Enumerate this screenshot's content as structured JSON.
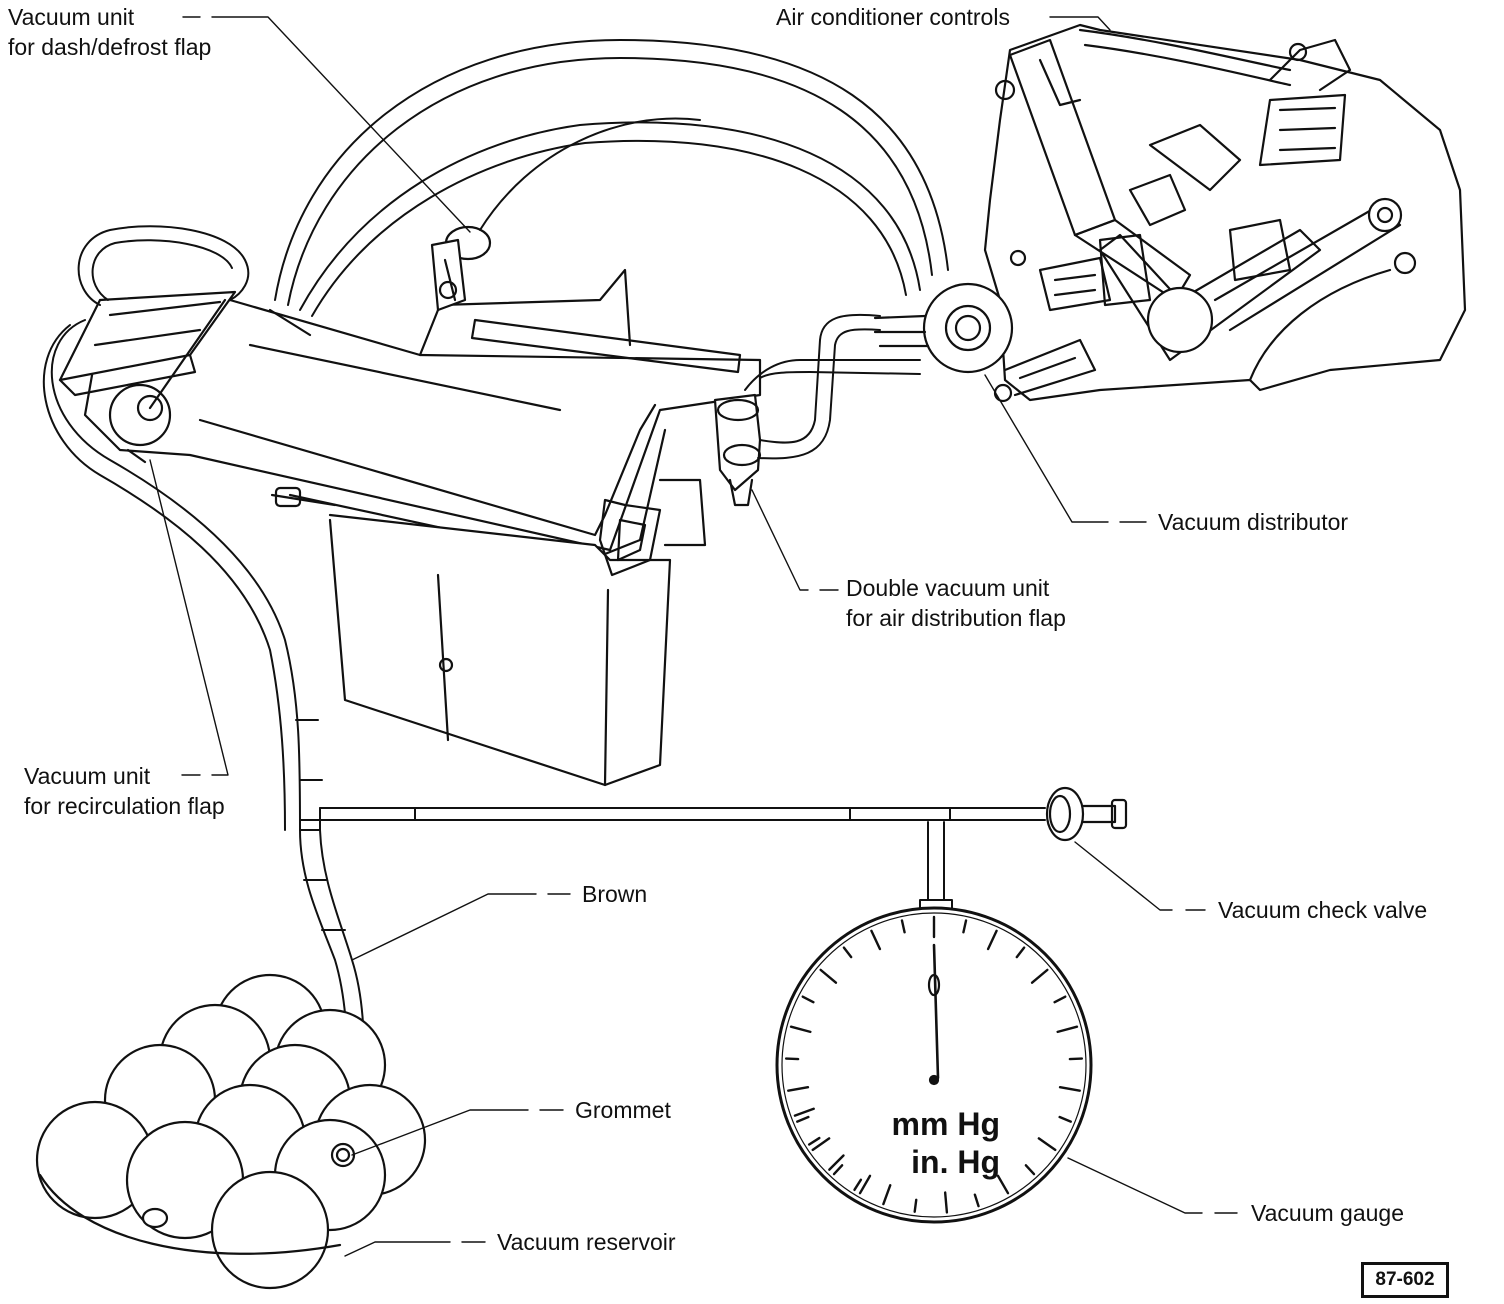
{
  "labels": {
    "dash_defrost_l1": "Vacuum unit",
    "dash_defrost_l2": "for dash/defrost flap",
    "ac_controls": "Air conditioner controls",
    "distributor": "Vacuum distributor",
    "double_unit_l1": "Double vacuum unit",
    "double_unit_l2": "for air distribution flap",
    "recirc_l1": "Vacuum unit",
    "recirc_l2": "for recirculation flap",
    "brown": "Brown",
    "check_valve": "Vacuum check valve",
    "grommet": "Grommet",
    "gauge": "Vacuum gauge",
    "reservoir": "Vacuum reservoir"
  },
  "gauge_units": {
    "metric": "mm Hg",
    "imperial": "in. Hg"
  },
  "figure_ref": "87-602",
  "colors": {
    "ink": "#111111",
    "paper": "#ffffff"
  }
}
